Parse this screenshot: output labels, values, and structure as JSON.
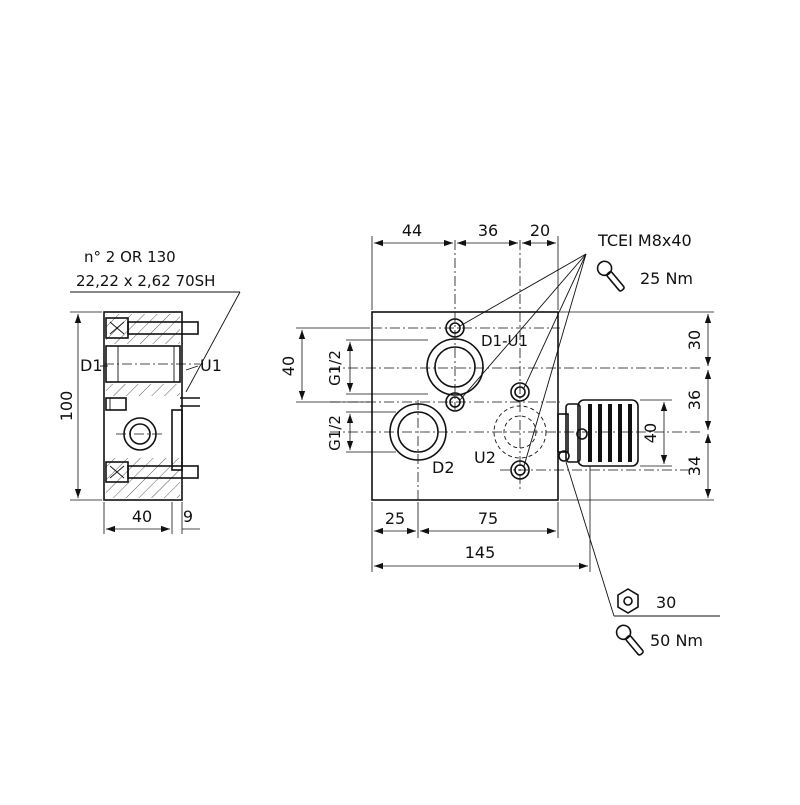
{
  "side_view": {
    "oring_line1": "n° 2 OR 130",
    "oring_line2": "22,22 x 2,62 70SH",
    "port_d1": "D1",
    "port_u1": "U1",
    "dim_height": "100",
    "dim_width": "40",
    "dim_depth": "9"
  },
  "front_view": {
    "dim_top_1": "44",
    "dim_top_2": "36",
    "dim_top_3": "20",
    "screw_spec": "TCEI M8x40",
    "screw_torque": "25 Nm",
    "label_d1_u1": "D1-U1",
    "label_d2": "D2",
    "label_u2": "U2",
    "thread_upper": "G1/2",
    "thread_lower": "G1/2",
    "dim_left_40": "40",
    "dim_right_30": "30",
    "dim_right_36": "36",
    "dim_right_34": "34",
    "dim_valve_40": "40",
    "dim_bottom_25": "25",
    "dim_bottom_75": "75",
    "dim_overall": "145",
    "hex_size": "30",
    "knob_torque": "50 Nm"
  }
}
